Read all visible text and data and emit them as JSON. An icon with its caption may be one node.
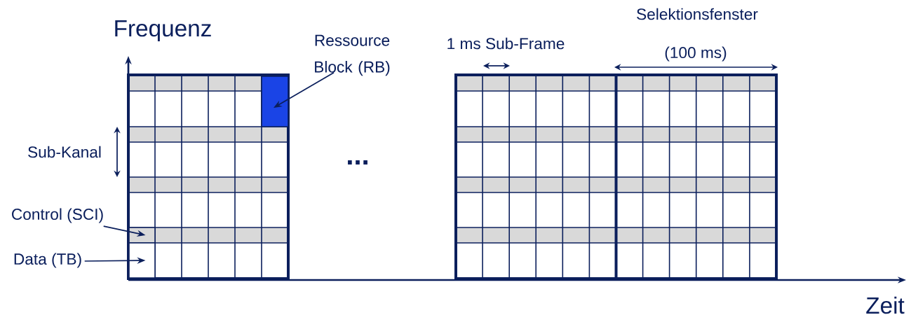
{
  "diagram": {
    "nodes": [
      {
        "text": [
          "Ressource Block (RB)"
        ]
      },
      {
        "text": [],
        "shape": "box"
      },
      {
        "text": [
          "Control (SCI)"
        ]
      },
      {
        "text": [],
        "shape": "box"
      },
      {
        "text": [
          "Data (TB)"
        ]
      },
      {
        "text": [],
        "shape": "box"
      }
    ],
    "edges": [
      {
        "from": 0,
        "to": 1,
        "arrow": "to"
      },
      {
        "from": 2,
        "to": 3,
        "arrow": "to"
      },
      {
        "from": 4,
        "to": 5,
        "arrow": "to"
      }
    ],
    "labels": [
      "Frequenz",
      "Selektionsfenster",
      "1 ms Sub-Frame",
      "(100 ms)",
      "Sub-Kanal",
      "...",
      "Zeit"
    ]
  }
}
